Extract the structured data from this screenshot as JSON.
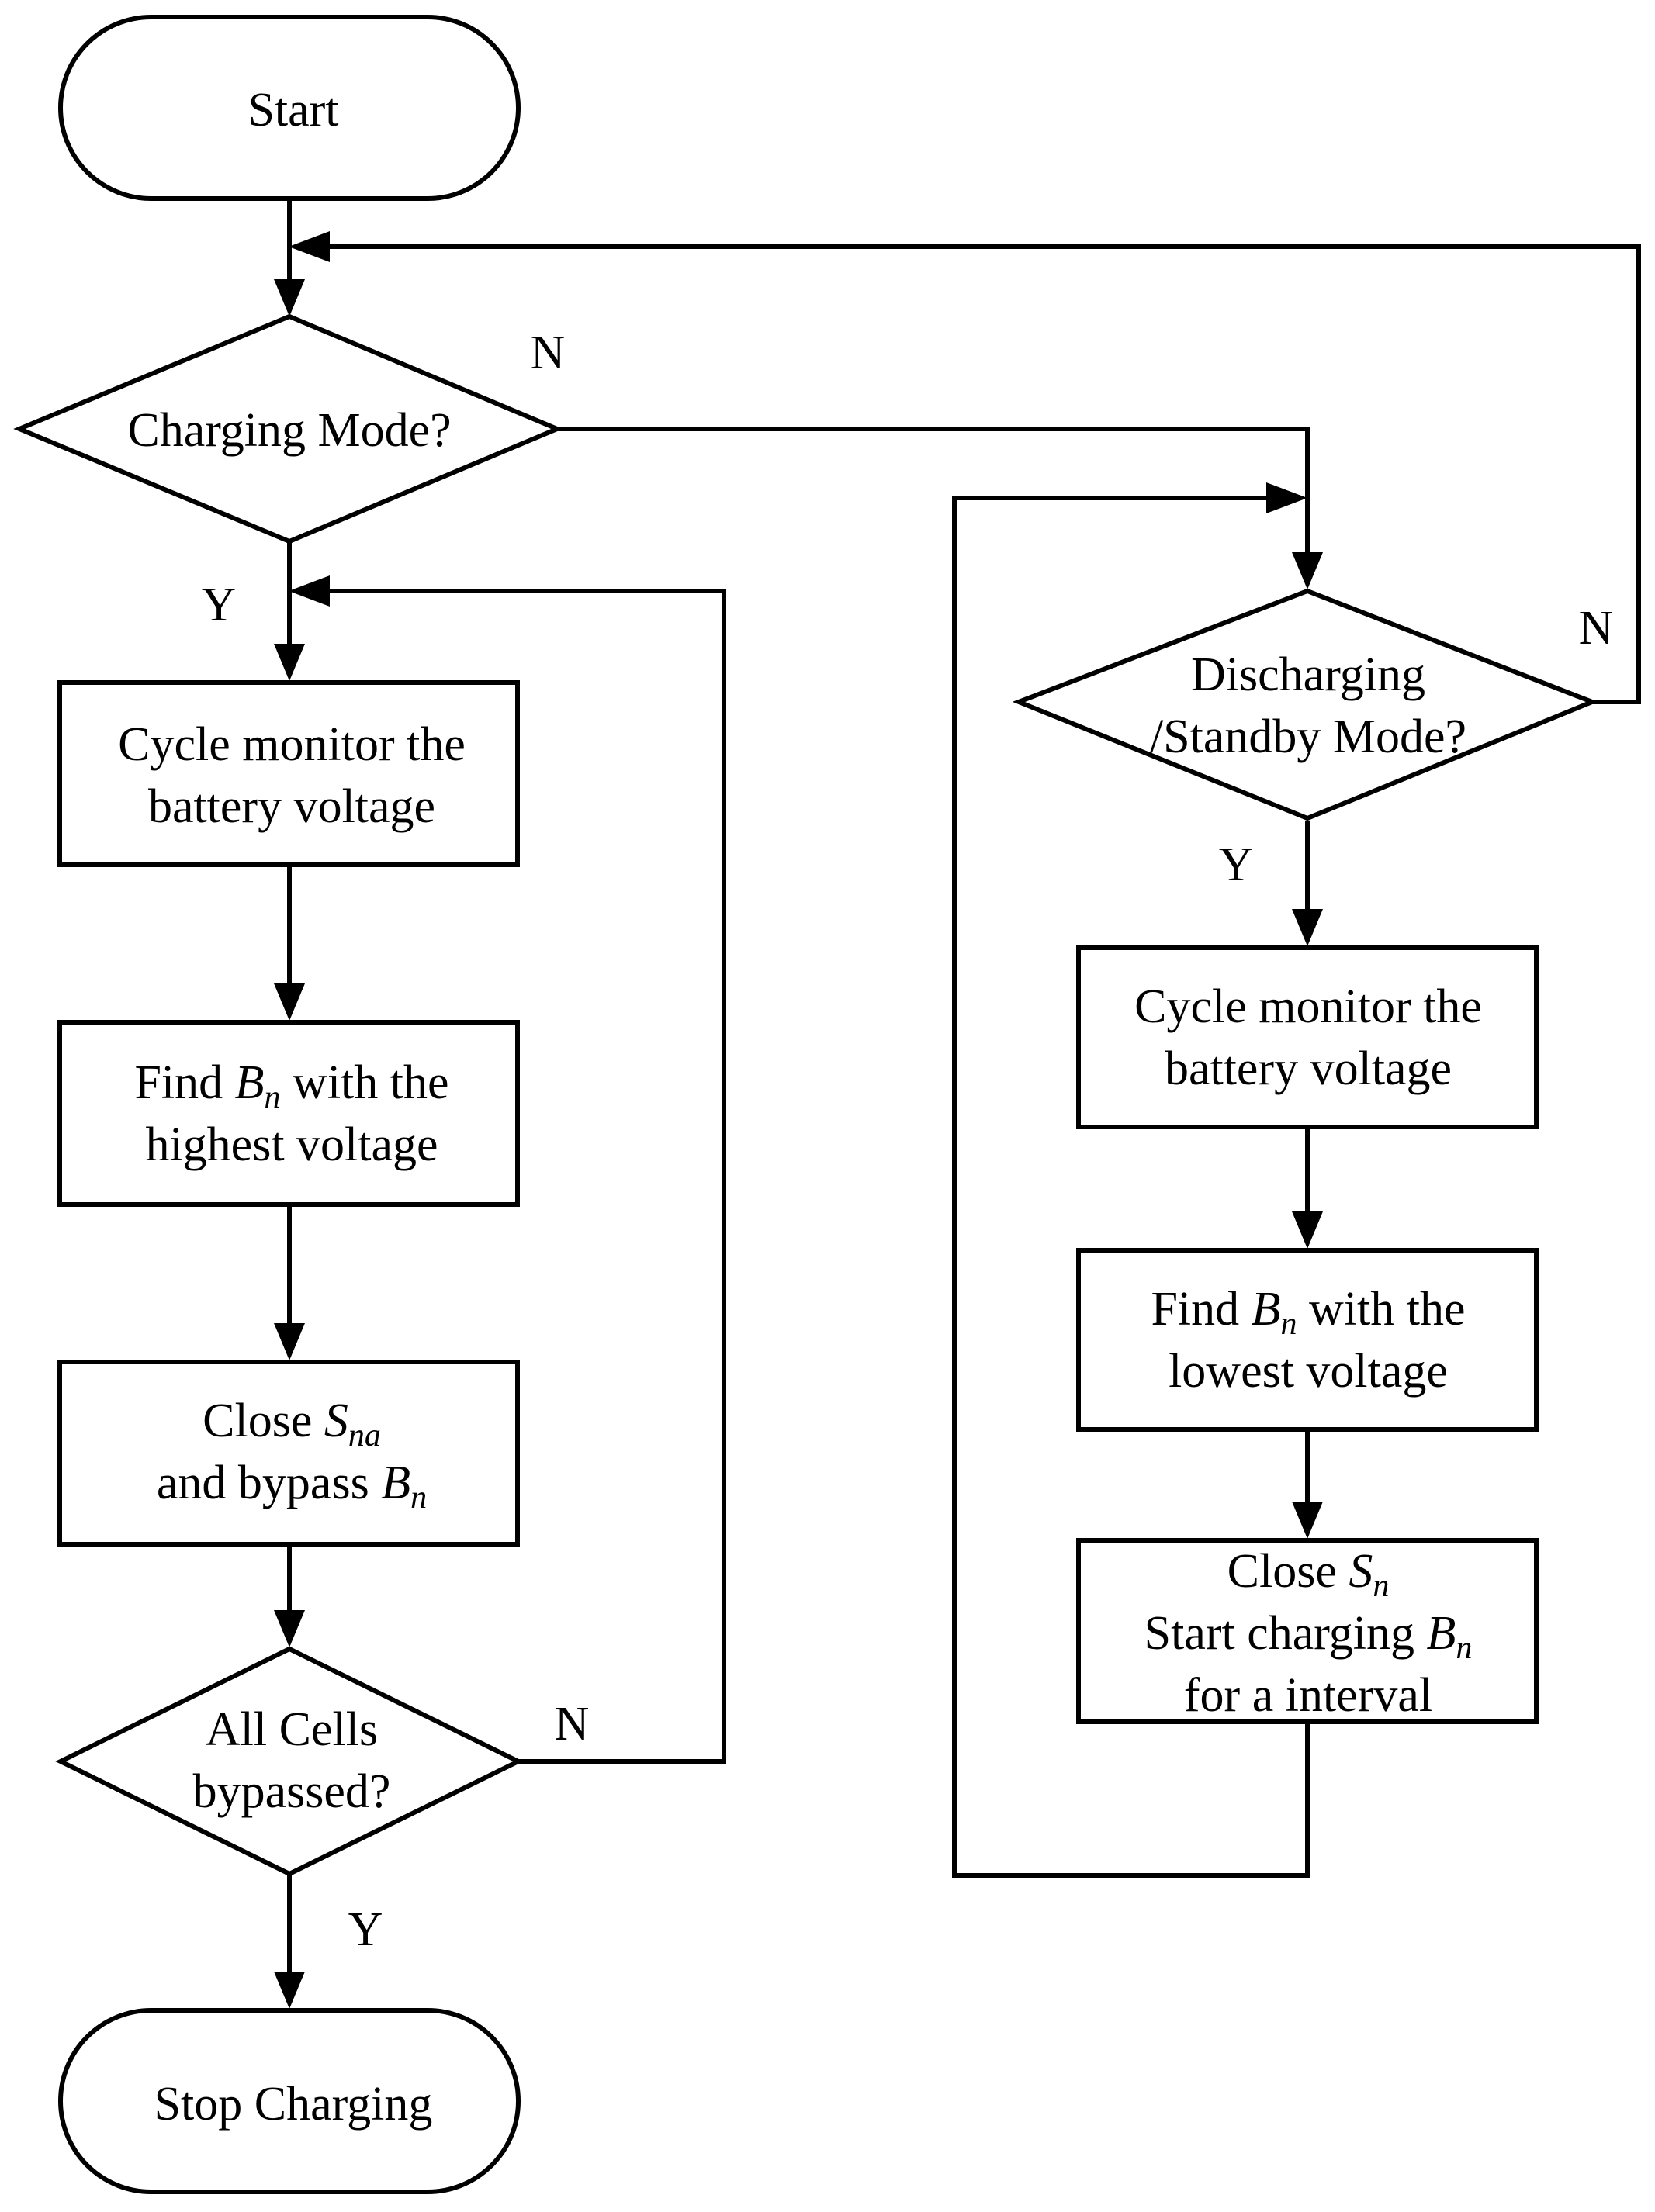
{
  "nodes": {
    "start": "Start",
    "charging_mode": "Charging Mode?",
    "cycle_monitor_left": [
      "Cycle monitor the",
      "battery voltage"
    ],
    "find_highest": {
      "pre": "Find ",
      "var": "B",
      "sub": "n",
      "post": " with the",
      "line2": "highest voltage"
    },
    "close_sna": {
      "pre": "Close ",
      "var": "S",
      "sub": "na",
      "line2_pre": "and bypass ",
      "line2_var": "B",
      "line2_sub": "n"
    },
    "all_cells": [
      "All Cells",
      "bypassed?"
    ],
    "stop": "Stop Charging",
    "discharging_mode": [
      "Discharging",
      "/Standby Mode?"
    ],
    "cycle_monitor_right": [
      "Cycle monitor the",
      "battery voltage"
    ],
    "find_lowest": {
      "pre": "Find ",
      "var": "B",
      "sub": "n",
      "post": " with the",
      "line2": "lowest voltage"
    },
    "close_sn": {
      "pre": "Close ",
      "var": "S",
      "sub": "n",
      "line2_pre": "Start charging ",
      "line2_var": "B",
      "line2_sub": "n",
      "line3": "for a interval"
    }
  },
  "edge_labels": {
    "charging_no": "N",
    "charging_yes": "Y",
    "discharging_no": "N",
    "discharging_yes": "Y",
    "allcells_no": "N",
    "allcells_yes": "Y"
  }
}
